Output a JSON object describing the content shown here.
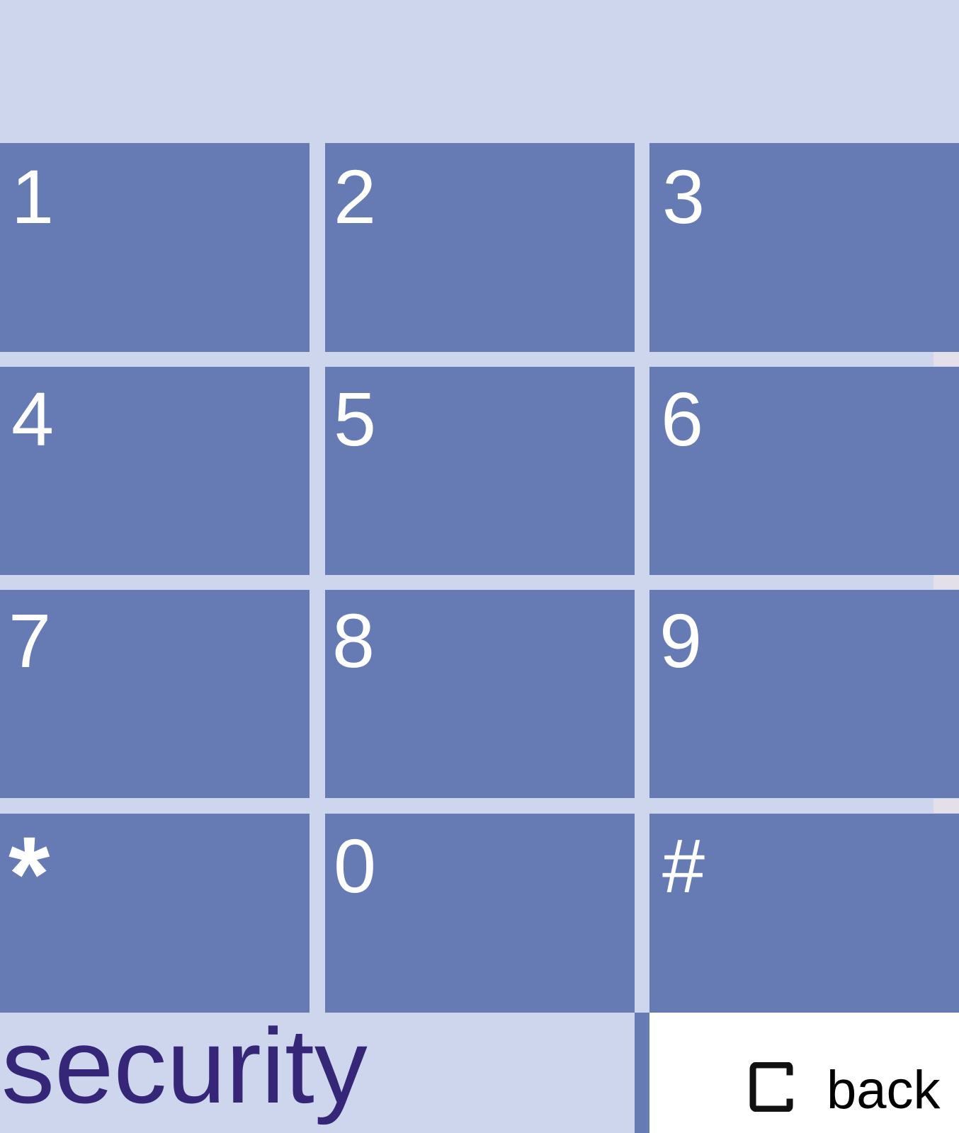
{
  "colors": {
    "background": "#ced6ee",
    "key_fill": "#667bb3",
    "key_text": "#ffffff",
    "label_text": "#352677",
    "back_area": "#ffffff"
  },
  "keypad": {
    "keys": [
      {
        "label": "1",
        "name": "key-1"
      },
      {
        "label": "2",
        "name": "key-2"
      },
      {
        "label": "3",
        "name": "key-3"
      },
      {
        "label": "4",
        "name": "key-4"
      },
      {
        "label": "5",
        "name": "key-5"
      },
      {
        "label": "6",
        "name": "key-6"
      },
      {
        "label": "7",
        "name": "key-7"
      },
      {
        "label": "8",
        "name": "key-8"
      },
      {
        "label": "9",
        "name": "key-9"
      },
      {
        "label": "*",
        "name": "key-star"
      },
      {
        "label": "0",
        "name": "key-0"
      },
      {
        "label": "#",
        "name": "key-hash"
      }
    ]
  },
  "footer": {
    "title": "security",
    "back_label": "back",
    "back_icon": "clear-c-icon"
  }
}
